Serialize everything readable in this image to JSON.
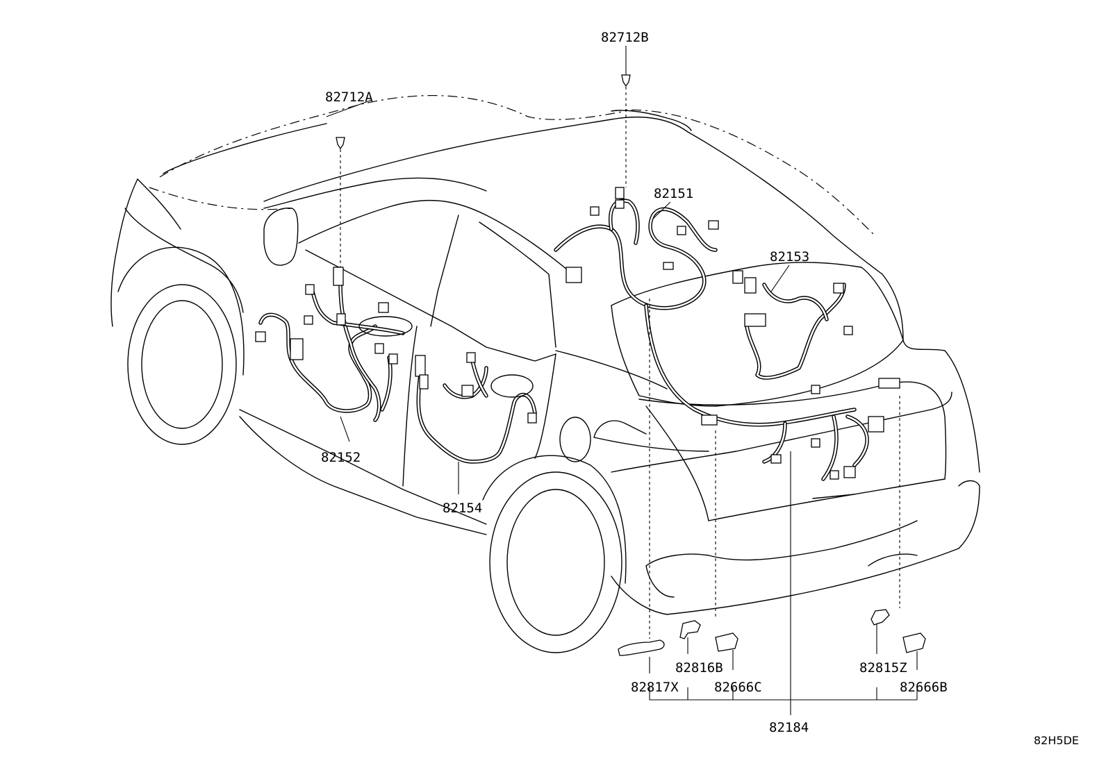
{
  "diagram": {
    "code": "82H5DE",
    "parts": {
      "p82712B": "82712B",
      "p82712A": "82712A",
      "p82151": "82151",
      "p82153": "82153",
      "p82152": "82152",
      "p82154": "82154",
      "p82816B": "82816B",
      "p82817X": "82817X",
      "p82666C": "82666C",
      "p82815Z": "82815Z",
      "p82666B": "82666B",
      "p82184": "82184"
    }
  }
}
